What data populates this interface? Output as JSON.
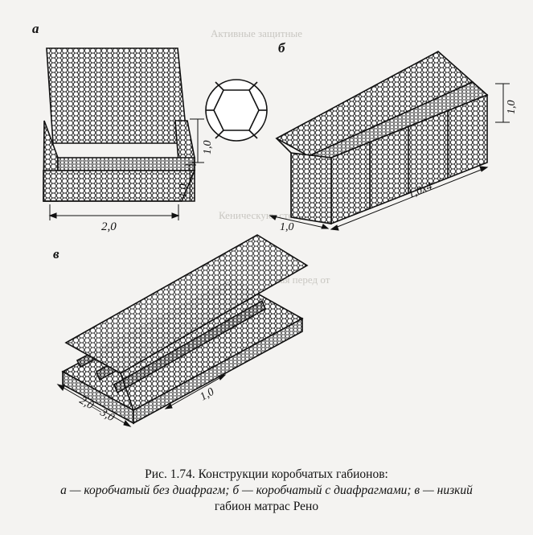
{
  "figure": {
    "panel_labels": {
      "a": "а",
      "b": "б",
      "v": "в"
    },
    "dimensions": {
      "a_width": "2,0",
      "a_height": "1,0",
      "a_depth": "1,0",
      "b_length": "1,0х4",
      "b_width": "1,0",
      "b_height": "1,0",
      "v_length": "2,0—3,0",
      "v_width": "1,0"
    }
  },
  "caption": {
    "title": "Рис. 1.74. Конструкции коробчатых габионов:",
    "line2": "а — коробчатый без диафрагм; б — коробчатый с диафрагмами; в — низкий",
    "line3": "габион матрас Рено"
  }
}
